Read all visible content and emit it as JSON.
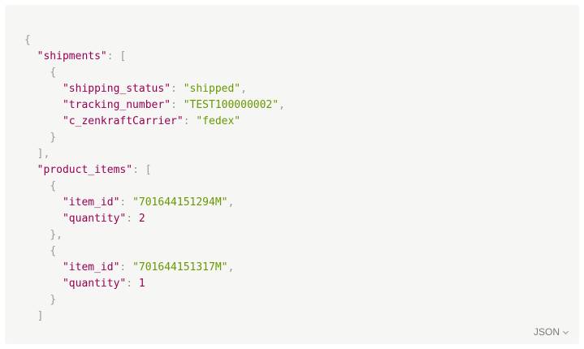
{
  "code_block": {
    "language_label": "JSON",
    "json": {
      "shipments_key": "\"shipments\"",
      "shipment": {
        "status_key": "\"shipping_status\"",
        "status_value": "\"shipped\"",
        "tracking_key": "\"tracking_number\"",
        "tracking_value": "\"TEST100000002\"",
        "carrier_key": "\"c_zenkraftCarrier\"",
        "carrier_value": "\"fedex\""
      },
      "product_items_key": "\"product_items\"",
      "items": [
        {
          "id_key": "\"item_id\"",
          "id_value": "\"701644151294M\"",
          "qty_key": "\"quantity\"",
          "qty_value": "2"
        },
        {
          "id_key": "\"item_id\"",
          "id_value": "\"701644151317M\"",
          "qty_key": "\"quantity\"",
          "qty_value": "1"
        }
      ]
    }
  }
}
